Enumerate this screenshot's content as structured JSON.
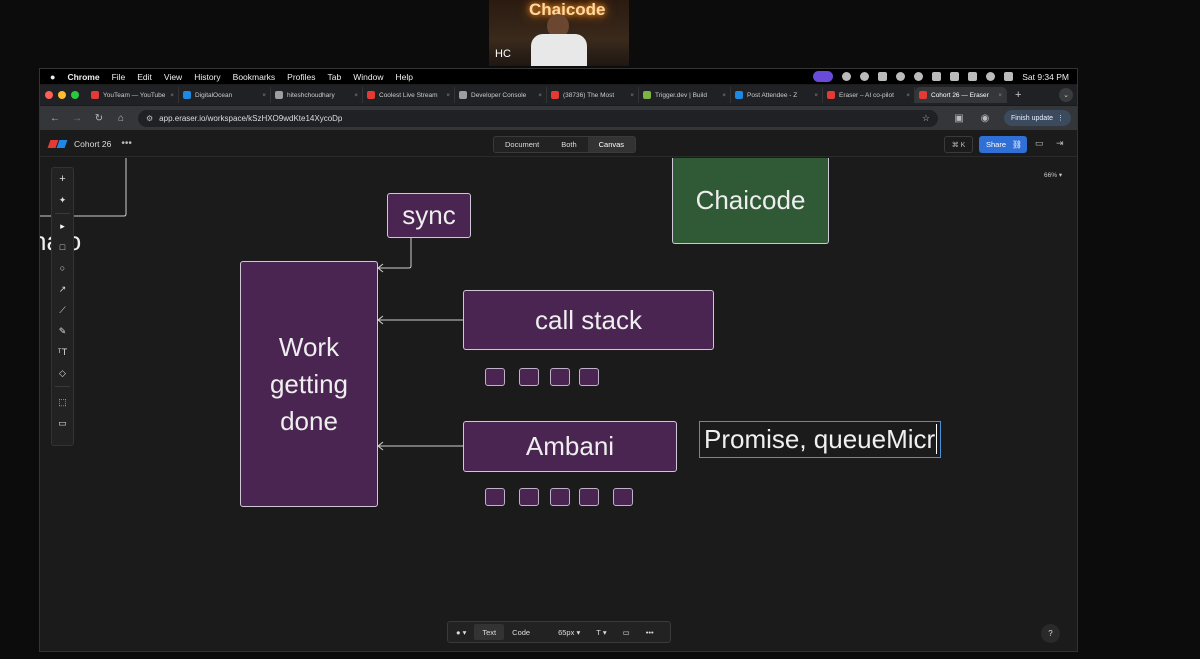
{
  "webcam": {
    "neon_text": "Chaicode",
    "initials": "HC"
  },
  "menubar": {
    "app": "Chrome",
    "items": [
      "File",
      "Edit",
      "View",
      "History",
      "Bookmarks",
      "Profiles",
      "Tab",
      "Window",
      "Help"
    ],
    "clock": "Sat 9:34 PM"
  },
  "tabs": [
    {
      "title": "YouTeam — YouTube",
      "color": "#e53935"
    },
    {
      "title": "DigitalOcean",
      "color": "#1e88e5"
    },
    {
      "title": "hiteshchoudhary",
      "color": "#9e9e9e"
    },
    {
      "title": "Coolest Live Stream",
      "color": "#e53935"
    },
    {
      "title": "Developer Console",
      "color": "#9e9e9e"
    },
    {
      "title": "(38736) The Most",
      "color": "#e53935"
    },
    {
      "title": "Trigger.dev | Build",
      "color": "#7cb342"
    },
    {
      "title": "Post Attendee - Z",
      "color": "#1e88e5"
    },
    {
      "title": "Eraser – AI co-pilot",
      "color": "#e53935"
    },
    {
      "title": "Cohort 26 — Eraser",
      "color": "#e53935",
      "active": true
    }
  ],
  "address": {
    "url": "app.eraser.io/workspace/kSzHXO9wdKte14XycoDp",
    "finish_update": "Finish update"
  },
  "app": {
    "doc_name": "Cohort 26",
    "view_modes": [
      "Document",
      "Both",
      "Canvas"
    ],
    "selected_view": "Canvas",
    "shortcut": "⌘ K",
    "share": "Share",
    "zoom": "66%"
  },
  "canvas": {
    "partial_text": "nalo",
    "sync": "sync",
    "chaicode": "Chaicode",
    "work_lines": [
      "Work",
      "getting",
      "done"
    ],
    "call_stack": "call stack",
    "ambani": "Ambani",
    "editing_text": "Promise, queueMicr"
  },
  "bottom_toolbar": {
    "text": "Text",
    "code": "Code",
    "size": "65px",
    "font": "T"
  },
  "help": "?",
  "colors": {
    "node_fill": "#4a2552",
    "chaicode_fill": "#2f5a35",
    "share_blue": "#2f6fd6",
    "canvas_bg": "#1b1b1b"
  }
}
